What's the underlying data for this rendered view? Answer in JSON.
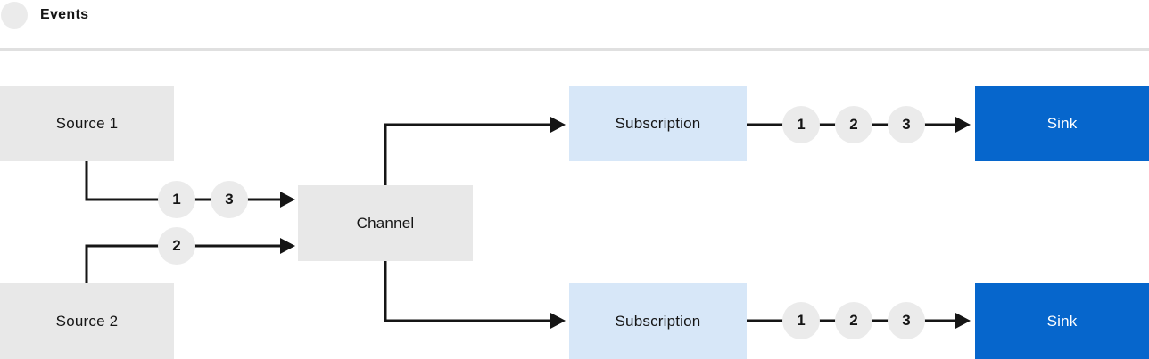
{
  "legend": {
    "label": "Events"
  },
  "colors": {
    "ink": "#151515",
    "box_gray": "#E8E8E8",
    "event_circle_gray": "#EBEBEB",
    "divider_gray": "#E0E0E0",
    "subscription_light_blue": "#D7E7F8",
    "sink_blue": "#0666CC",
    "sink_text": "#FFFFFF"
  },
  "nodes": {
    "source1": {
      "label": "Source 1"
    },
    "source2": {
      "label": "Source 2"
    },
    "channel": {
      "label": "Channel"
    },
    "subscription1": {
      "label": "Subscription"
    },
    "subscription2": {
      "label": "Subscription"
    },
    "sink1": {
      "label": "Sink"
    },
    "sink2": {
      "label": "Sink"
    }
  },
  "event_markers": {
    "source1_to_channel": [
      "1",
      "3"
    ],
    "source2_to_channel": [
      "2"
    ],
    "subscription1_to_sink": [
      "1",
      "2",
      "3"
    ],
    "subscription2_to_sink": [
      "1",
      "2",
      "3"
    ]
  }
}
